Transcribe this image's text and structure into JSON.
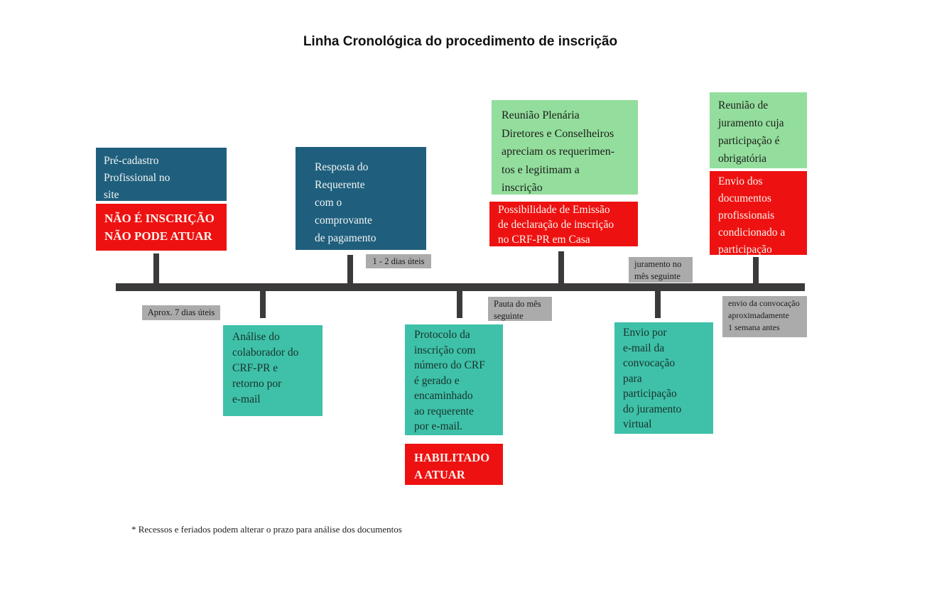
{
  "title": "Linha Cronológica do procedimento de inscrição",
  "footnote": "* Recessos e feriados podem alterar o prazo para análise dos documentos",
  "colors": {
    "blue_box": "#1f5f7d",
    "red_box": "#ee1111",
    "teal_box": "#3ec1a8",
    "green_box": "#93de9d",
    "gray_label": "#ababab",
    "timeline": "#3b3939"
  },
  "boxes": {
    "pre_cadastro": {
      "text": "Pré-cadastro\nProfissional no\nsite",
      "color": "blue_box"
    },
    "nao_e_inscricao": {
      "text": "NÃO É INSCRIÇÃO\nNÃO PODE ATUAR",
      "color": "red_box"
    },
    "resposta": {
      "text": "Resposta do\nRequerente\ncom o\ncomprovante\nde pagamento",
      "color": "blue_box"
    },
    "reuniao_plenaria": {
      "text": "Reunião Plenária\nDiretores e Conselheiros\napreciam os requerimen-\ntos e legitimam a\ninscrição",
      "color": "green_box"
    },
    "possibilidade": {
      "text": "Possibilidade de Emissão\nde declaração de inscrição\nno CRF-PR em Casa",
      "color": "red_box"
    },
    "reuniao_juramento": {
      "text": "Reunião de\njuramento cuja\nparticipação é\nobrigatória",
      "color": "green_box"
    },
    "envio_documentos": {
      "text": "Envio dos\ndocumentos\nprofissionais\ncondicionado a\nparticipação",
      "color": "red_box"
    },
    "analise": {
      "text": "Análise do\ncolaborador do\nCRF-PR e\nretorno por\ne-mail",
      "color": "teal_box"
    },
    "protocolo": {
      "text": "Protocolo da\ninscrição com\nnúmero do CRF\né gerado e\nencaminhado\nao requerente\npor e-mail.",
      "color": "teal_box"
    },
    "habilitado": {
      "text": "HABILITADO\nA ATUAR",
      "color": "red_box"
    },
    "envio_convocacao": {
      "text": "Envio por\ne-mail da\nconvocação\npara\nparticipação\ndo juramento\nvirtual",
      "color": "teal_box"
    }
  },
  "labels": {
    "um_dois_dias": {
      "text": "1 - 2 dias úteis"
    },
    "aprox_sete_dias": {
      "text": "Aprox. 7 dias úteis"
    },
    "pauta_mes": {
      "text": "Pauta do mês\nseguinte"
    },
    "juramento_mes": {
      "text": "juramento no\nmês seguinte"
    },
    "envio_convocacao_prazo": {
      "text": "envio da convocação\naproximadamente\n1 semana antes"
    }
  }
}
